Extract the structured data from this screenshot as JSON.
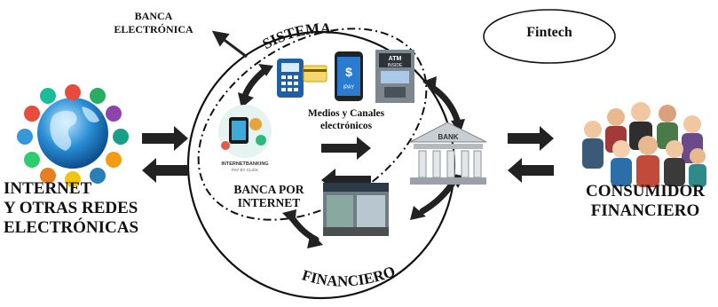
{
  "diagram": {
    "internet_label": [
      "INTERNET",
      "Y OTRAS REDES",
      "ELECTRÓNICAS"
    ],
    "consumer_label": [
      "CONSUMIDOR",
      "FINANCIERO"
    ],
    "fintech_label": "Fintech",
    "banca_electronica_label": [
      "BANCA",
      "ELECTRÓNICA"
    ],
    "sistema_label": "SISTEMA",
    "financiero_label": "FINANCIERO",
    "medios_label": [
      "Medios y Canales",
      "electrónicos"
    ],
    "banca_internet_label": [
      "BANCA POR",
      "INTERNET"
    ],
    "bank_sign": "BANK",
    "atm_sign": [
      "ATM",
      "INSIDE"
    ],
    "pay_text": "iPAY",
    "ib_text": [
      "INTERNETBANKING",
      "PAY BY CLICK"
    ]
  }
}
